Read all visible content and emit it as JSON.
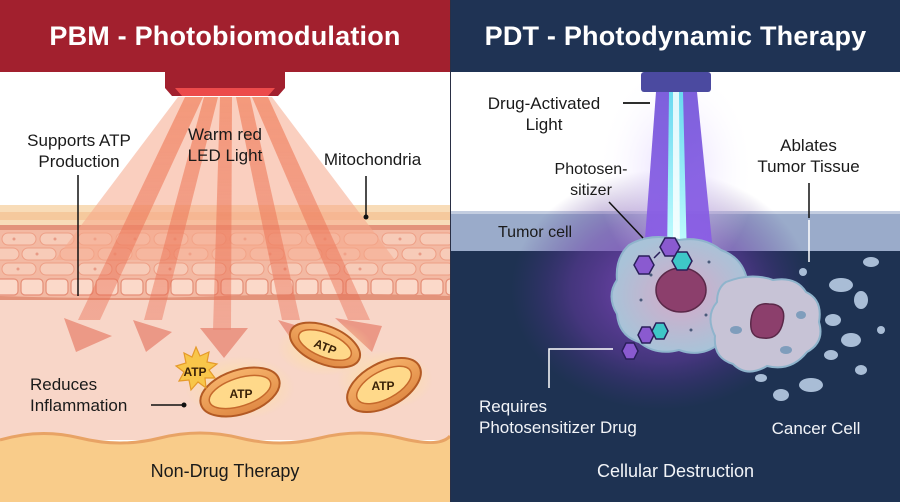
{
  "pbm_panel": {
    "title": "PBM - Photobiomodulation",
    "labels": {
      "atp_production": "Supports ATP\nProduction",
      "light_source": "Warm red\nLED Light",
      "mitochondria": "Mitochondria",
      "inflammation": "Reduces\nInflammation"
    },
    "atp_badges": [
      "ATP",
      "ATP",
      "ATP",
      "ATP"
    ],
    "footer": "Non-Drug Therapy",
    "colors": {
      "header": "#a2202e",
      "light": "#e8644a",
      "skin": "#f6d3c6",
      "footer": "#f9cc8a"
    }
  },
  "pdt_panel": {
    "title": "PDT - Photodynamic Therapy",
    "labels": {
      "light": "Drug-Activated\nLight",
      "photosensitizer": "Photosen-\nsitizer",
      "ablates": "Ablates\nTumor Tissue",
      "tumor_cell": "Tumor cell",
      "requires_drug": "Requires\nPhotosensitizer Drug",
      "cancer_cell": "Cancer Cell"
    },
    "footer": "Cellular Destruction",
    "colors": {
      "header": "#1f3354",
      "beam": "#7b5ce0",
      "beam_core": "#6ff0f0",
      "tissue": "#1e3252",
      "band": "#9aabca"
    }
  }
}
